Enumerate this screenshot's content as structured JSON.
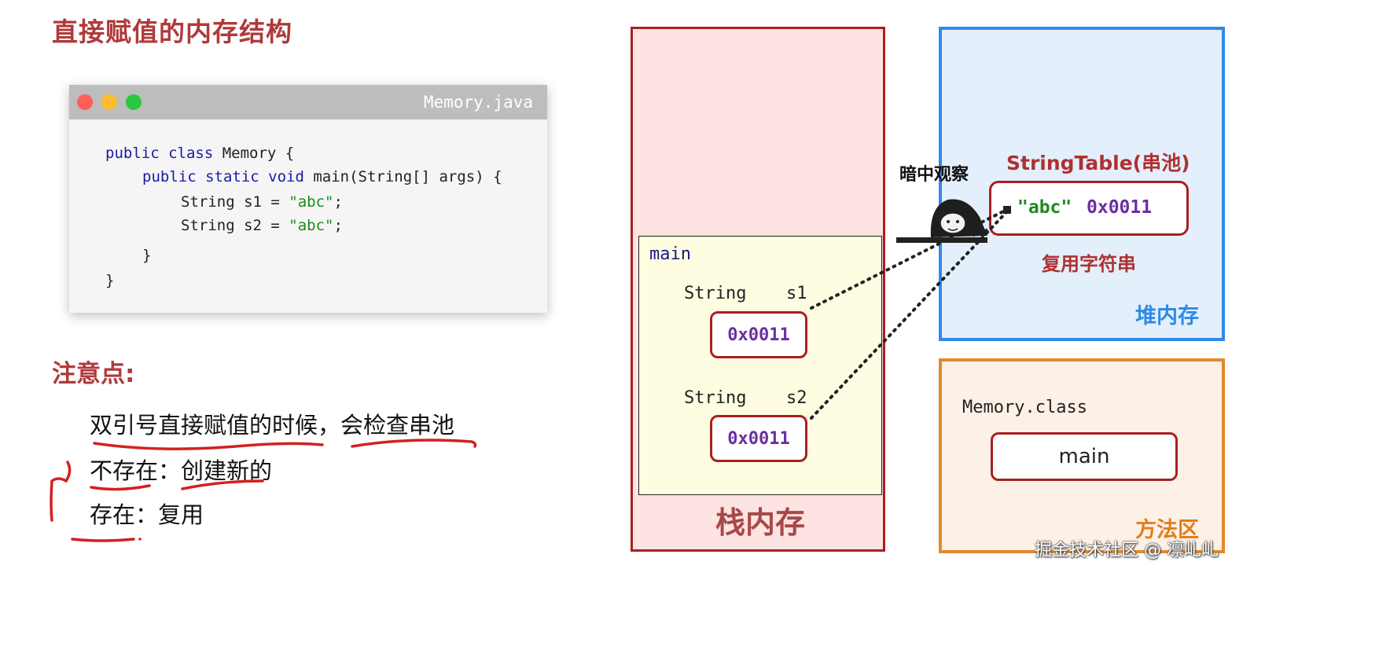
{
  "page": {
    "title": "直接赋值的内存结构"
  },
  "code_window": {
    "filename": "Memory.java",
    "lines": [
      {
        "k1": "public class",
        "t1": " Memory {"
      },
      {
        "k1": "public static void",
        "t1": " main(String[] args) {"
      },
      {
        "t1": "String s1 = ",
        "s1": "\"abc\"",
        "t2": ";"
      },
      {
        "t1": "String s2 = ",
        "s1": "\"abc\"",
        "t2": ";"
      },
      {
        "t1": "}"
      },
      {
        "t1": "}"
      }
    ]
  },
  "notes": {
    "title": "注意点:",
    "lines": [
      "双引号直接赋值的时候，会检查串池",
      "不存在：创建新的",
      "存在：复用"
    ]
  },
  "stack": {
    "label": "栈内存",
    "frame_name": "main",
    "variables": [
      {
        "type": "String",
        "name": "s1",
        "value": "0x0011"
      },
      {
        "type": "String",
        "name": "s2",
        "value": "0x0011"
      }
    ]
  },
  "heap": {
    "label": "堆内存",
    "string_table_title": "StringTable(串池)",
    "entry_string": "\"abc\"",
    "entry_address": "0x0011",
    "reuse_label": "复用字符串",
    "observer_caption": "暗中观察"
  },
  "method_area": {
    "label": "方法区",
    "class_name": "Memory.class",
    "method_name": "main"
  },
  "watermark": "掘金技术社区 @ 凛乢乢",
  "colors": {
    "title_red": "#b03a3a",
    "stack_border": "#a82020",
    "stack_fill": "#fde3e1",
    "frame_fill": "#fefde2",
    "heap_border": "#2e8ae6",
    "heap_fill": "#e4effc",
    "method_border": "#e08a2e",
    "method_fill": "#fdf0e6",
    "address_purple": "#6b2fa0",
    "string_green": "#1e8a1e",
    "keyword_blue": "#1a1aa6",
    "underline_red": "#d42020"
  },
  "icons": [
    "window-close-dot",
    "window-minimize-dot",
    "window-maximize-dot",
    "peeking-observer-icon"
  ]
}
